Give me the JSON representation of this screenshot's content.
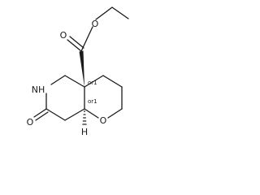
{
  "structure": {
    "atoms": {
      "ester_carbonyl_o": "O",
      "ester_o": "O",
      "nh": "NH",
      "lactam_o": "O",
      "ring_o": "O",
      "h": "H"
    },
    "stereo_labels": {
      "c4a": "or1",
      "c8a": "or1"
    }
  }
}
